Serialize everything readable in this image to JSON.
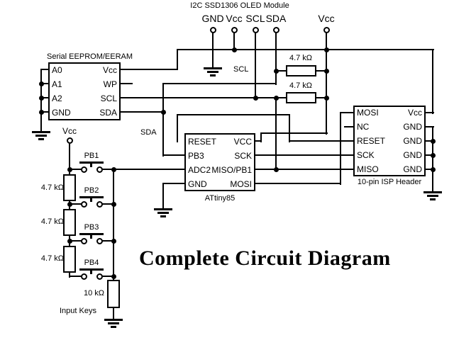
{
  "title": "Complete Circuit Diagram",
  "oled": {
    "label": "I2C SSD1306 OLED Module",
    "pins": [
      "GND",
      "Vcc",
      "SCL",
      "SDA"
    ],
    "vcc_pin": "Vcc"
  },
  "eeprom": {
    "label": "Serial EEPROM/EERAM",
    "left_pins": [
      "A0",
      "A1",
      "A2",
      "GND"
    ],
    "right_pins": [
      "Vcc",
      "WP",
      "SCL",
      "SDA"
    ]
  },
  "mcu": {
    "label": "ATtiny85",
    "left_pins": [
      "RESET",
      "PB3",
      "ADC2",
      "GND"
    ],
    "right_pins": [
      "VCC",
      "SCK",
      "MISO/PB1",
      "MOSI"
    ]
  },
  "isp": {
    "label": "10-pin ISP Header",
    "left_pins": [
      "MOSI",
      "NC",
      "RESET",
      "SCK",
      "MISO"
    ],
    "right_pins": [
      "Vcc",
      "GND",
      "GND",
      "GND",
      "GND"
    ]
  },
  "net_labels": {
    "scl": "SCL",
    "sda": "SDA"
  },
  "pullups": {
    "r1": "4.7 kΩ",
    "r2": "4.7 kΩ"
  },
  "keys": {
    "label": "Input Keys",
    "vcc": "Vcc",
    "buttons": [
      "PB1",
      "PB2",
      "PB3",
      "PB4"
    ],
    "resistors": [
      "4.7 kΩ",
      "4.7 kΩ",
      "4.7 kΩ"
    ],
    "pulldown": "10 kΩ"
  },
  "colors": {
    "line": "#000000",
    "background": "#ffffff"
  }
}
